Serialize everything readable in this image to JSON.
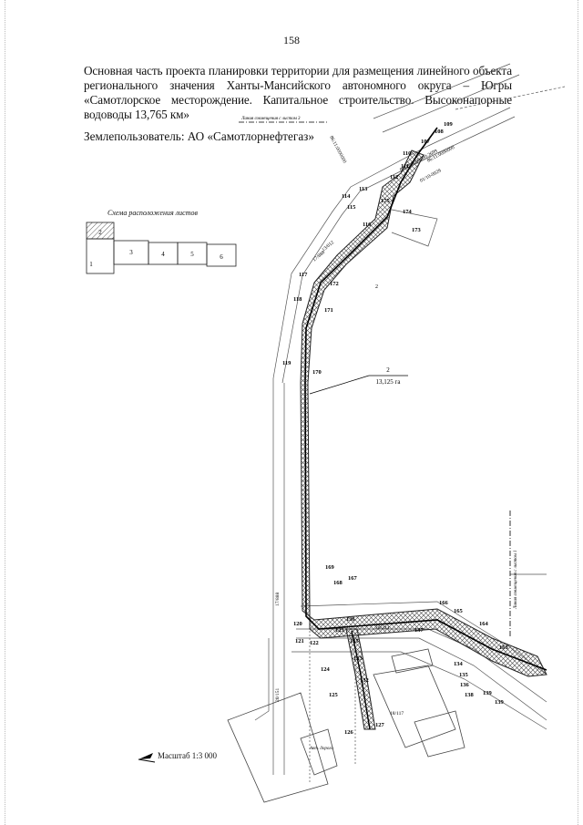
{
  "page_number": "158",
  "heading": "Основная часть проекта планировки территории для размещения линейного объекта регионального значения Ханты-Мансийского автономного округа – Югры «Самотлорское месторождение. Капитальное строительство. Высоконапорные водоводы 13,765 км»",
  "land_user": "Землепользователь: АО «Самотлорнефтегаз»",
  "scheme": {
    "title": "Схема расположения листов",
    "sheets": [
      "1",
      "2",
      "3",
      "4",
      "5",
      "6"
    ],
    "current_sheet": "2"
  },
  "scale_label": "Масштаб 1:3 000",
  "map": {
    "match_line_top": "Линия совмещения с листом 3",
    "match_line_right": "Линия совмещения с листом 1",
    "area_label_number": "2",
    "area_label_value": "13,125 га",
    "parcel_codes": [
      "86:11:0000000",
      "86:11:0000000:2699",
      "86:11:0000000",
      "01/10-0029",
      "13/012",
      "17/888",
      "17/888",
      "20/223",
      "18/117",
      "20/151"
    ],
    "points": [
      "106",
      "107",
      "108",
      "109",
      "110",
      "111",
      "112",
      "113",
      "114",
      "115",
      "116",
      "117",
      "118",
      "119",
      "120",
      "121",
      "122",
      "123",
      "124",
      "125",
      "126",
      "127",
      "128",
      "129",
      "130",
      "131",
      "132",
      "133",
      "134",
      "135",
      "136",
      "137",
      "138",
      "139",
      "163",
      "164",
      "165",
      "166",
      "167",
      "168",
      "169",
      "170",
      "171",
      "172",
      "173",
      "174",
      "175"
    ],
    "road_label": "Авт. дорога"
  }
}
